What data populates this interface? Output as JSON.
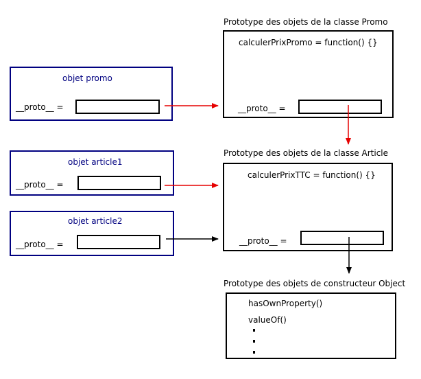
{
  "colors": {
    "object_border": "#000080",
    "object_text": "#000080",
    "prototype_border": "#000000",
    "text": "#000000",
    "arrow_red": "#e60000",
    "arrow_black": "#000000"
  },
  "objects": {
    "promo": {
      "title": "objet promo",
      "proto_label": "__proto__ ="
    },
    "article1": {
      "title": "objet article1",
      "proto_label": "__proto__ ="
    },
    "article2": {
      "title": "objet article2",
      "proto_label": "__proto__ ="
    }
  },
  "prototypes": {
    "promo": {
      "heading": "Prototype des objets de la classe Promo",
      "method": "calculerPrixPromo = function() {}",
      "proto_label": "__proto__ ="
    },
    "article": {
      "heading": "Prototype des objets de la classe Article",
      "method": "calculerPrixTTC = function() {}",
      "proto_label": "__proto__ ="
    },
    "object": {
      "heading": "Prototype des objets de constructeur Object",
      "methods": [
        "hasOwnProperty()",
        "valueOf()"
      ]
    }
  }
}
